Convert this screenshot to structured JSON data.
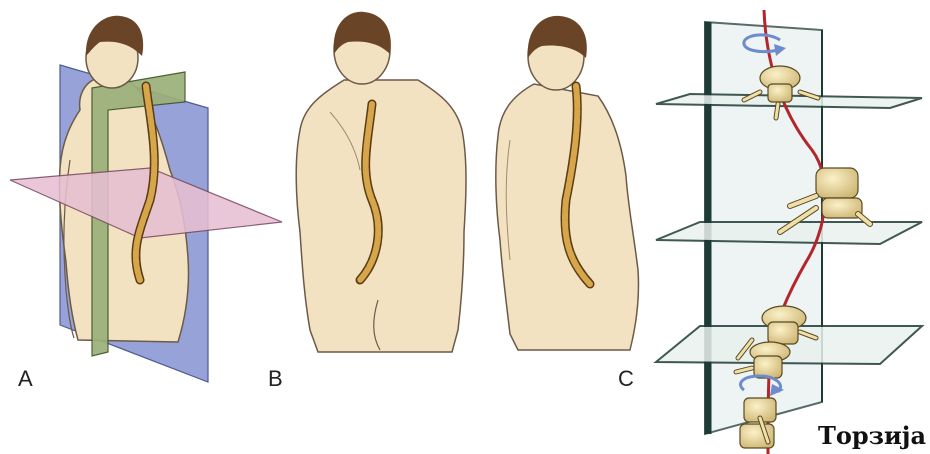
{
  "panels": {
    "a": {
      "label": "A"
    },
    "b": {
      "label": "B"
    },
    "c": {
      "label": "C"
    }
  },
  "caption": "Торзија",
  "colors": {
    "skin": "#f2e2c2",
    "skin_outline": "#6b5a48",
    "hair": "#6a4426",
    "spine": "#d7a64a",
    "spine_outline": "#5a3d16",
    "sagittal_plane": "#8c9ad4",
    "frontal_plane": "#9bb07a",
    "horizontal_plane": "#e6bfd3",
    "glass_plane": "#e9f1ef",
    "glass_edge": "#1f3b35",
    "torsion_line": "#b3262b",
    "rotation_arrow": "#6e8ccc"
  }
}
